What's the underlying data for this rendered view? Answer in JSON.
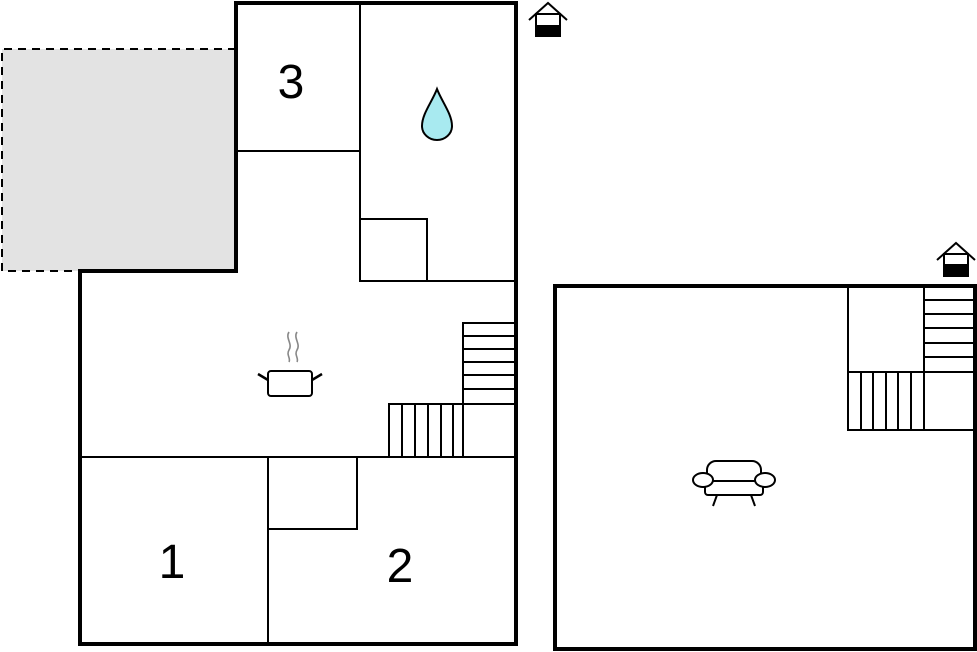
{
  "rooms": [
    {
      "label": "3"
    },
    {
      "label": "1"
    },
    {
      "label": "2"
    }
  ],
  "icons": {
    "bathroom": "water-drop",
    "kitchen": "cooking-pot",
    "living": "sofa",
    "entrance": "house-entrance"
  },
  "colors": {
    "terrace": "#e3e3e3",
    "water": "#a8eaf0",
    "wall": "#000000"
  }
}
